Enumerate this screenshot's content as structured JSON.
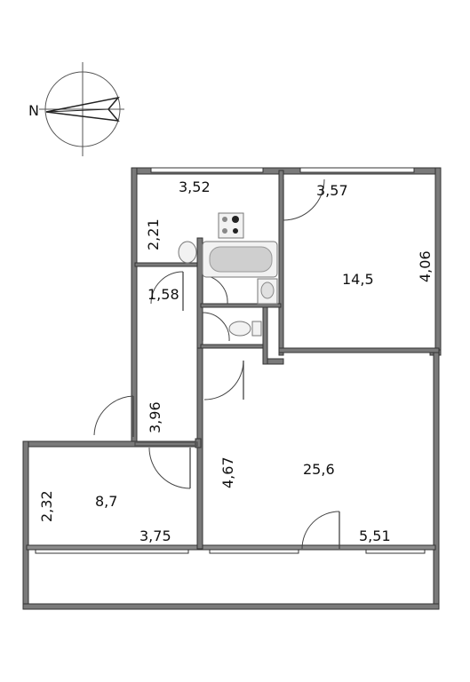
{
  "compass": {
    "north_label": "N"
  },
  "watermark": {
    "text": ""
  },
  "rooms": {
    "kitchen_width": "3,52",
    "room1_width": "3,57",
    "kitchen_depth": "2,21",
    "room1_area": "14,5",
    "room1_depth": "4,06",
    "bath_width": "1,58",
    "hall_length": "3,96",
    "room2_depth": "4,67",
    "room2_area": "25,6",
    "room3_depth": "2,32",
    "room3_area": "8,7",
    "room3_width": "3,75",
    "room2_width": "5,51"
  }
}
